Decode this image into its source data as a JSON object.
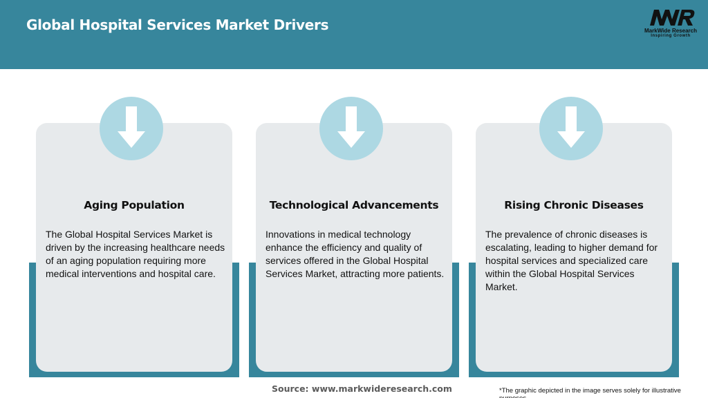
{
  "header": {
    "title": "Global Hospital Services Market Drivers",
    "background_color": "#37869c"
  },
  "logo": {
    "mark": "MWR",
    "name": "MarkWide Research",
    "tagline": "Inspiring Growth"
  },
  "cards": [
    {
      "icon": "arrow-down-icon",
      "title": "Aging Population",
      "text": "The Global Hospital Services Market is driven by the increasing healthcare needs of an aging population requiring more medical interventions and hospital care."
    },
    {
      "icon": "arrow-down-icon",
      "title": "Technological Advancements",
      "text": "Innovations in medical technology enhance the efficiency and quality of services offered in the Global Hospital Services Market, attracting more patients."
    },
    {
      "icon": "arrow-down-icon",
      "title": "Rising Chronic Diseases",
      "text": "The prevalence of chronic diseases is escalating, leading to higher demand for hospital services and specialized care within the Global Hospital Services Market."
    }
  ],
  "footer": {
    "source": "Source: www.markwideresearch.com",
    "disclaimer": "*The graphic depicted in the image serves solely for illustrative purposes"
  },
  "colors": {
    "accent": "#37869c",
    "card_bg": "#e7eaec",
    "icon_circle": "#add8e3"
  }
}
